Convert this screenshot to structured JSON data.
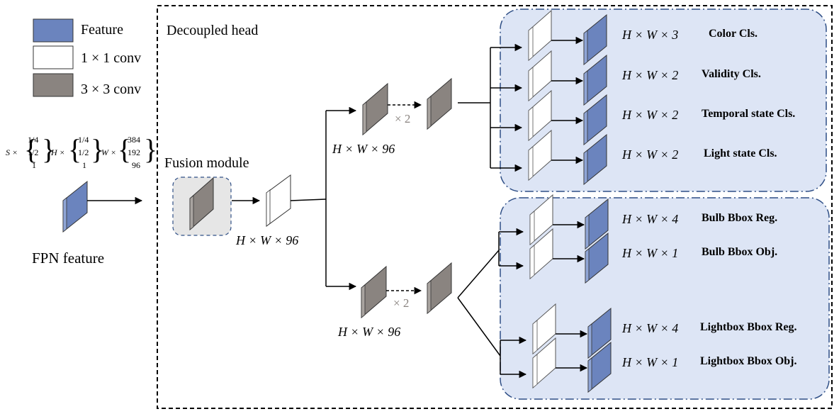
{
  "colors": {
    "feature_fill": "#6b84be",
    "feature_top": "#8fa5d6",
    "conv1_fill": "#ffffff",
    "conv3_fill": "#8a8480",
    "conv3_top": "#a9a4a0",
    "panel_fill": "#dde5f5",
    "panel_border": "#2f4f86",
    "fusion_fill": "#e6e6e6"
  },
  "legend": {
    "feature": "Feature",
    "conv1": "1 × 1 conv",
    "conv3": "3 × 3 conv"
  },
  "fpn": {
    "label": "FPN feature",
    "s_prefix": "S ×",
    "h_prefix": "H ×",
    "w_prefix": "W ×",
    "s_values": [
      "1/4",
      "1/2",
      "1"
    ],
    "h_values": [
      "1/4",
      "1/2",
      "1"
    ],
    "w_values": [
      "384",
      "192",
      "96"
    ]
  },
  "head": {
    "title": "Decoupled head",
    "fusion_title": "Fusion module",
    "fusion_dim": "H × W × 96",
    "upper_dim": "H × W × 96",
    "lower_dim": "H × W × 96",
    "repeat_upper": "× 2",
    "repeat_lower": "× 2"
  },
  "outputs": [
    {
      "dim": "H × W × 3",
      "label": "Color Cls."
    },
    {
      "dim": "H × W × 2",
      "label": "Validity Cls."
    },
    {
      "dim": "H × W × 2",
      "label": "Temporal state Cls."
    },
    {
      "dim": "H × W × 2",
      "label": "Light state Cls."
    },
    {
      "dim": "H × W × 4",
      "label": "Bulb Bbox Reg."
    },
    {
      "dim": "H × W × 1",
      "label": "Bulb Bbox Obj."
    },
    {
      "dim": "H × W × 4",
      "label": "Lightbox Bbox Reg."
    },
    {
      "dim": "H × W × 1",
      "label": "Lightbox Bbox Obj."
    }
  ]
}
